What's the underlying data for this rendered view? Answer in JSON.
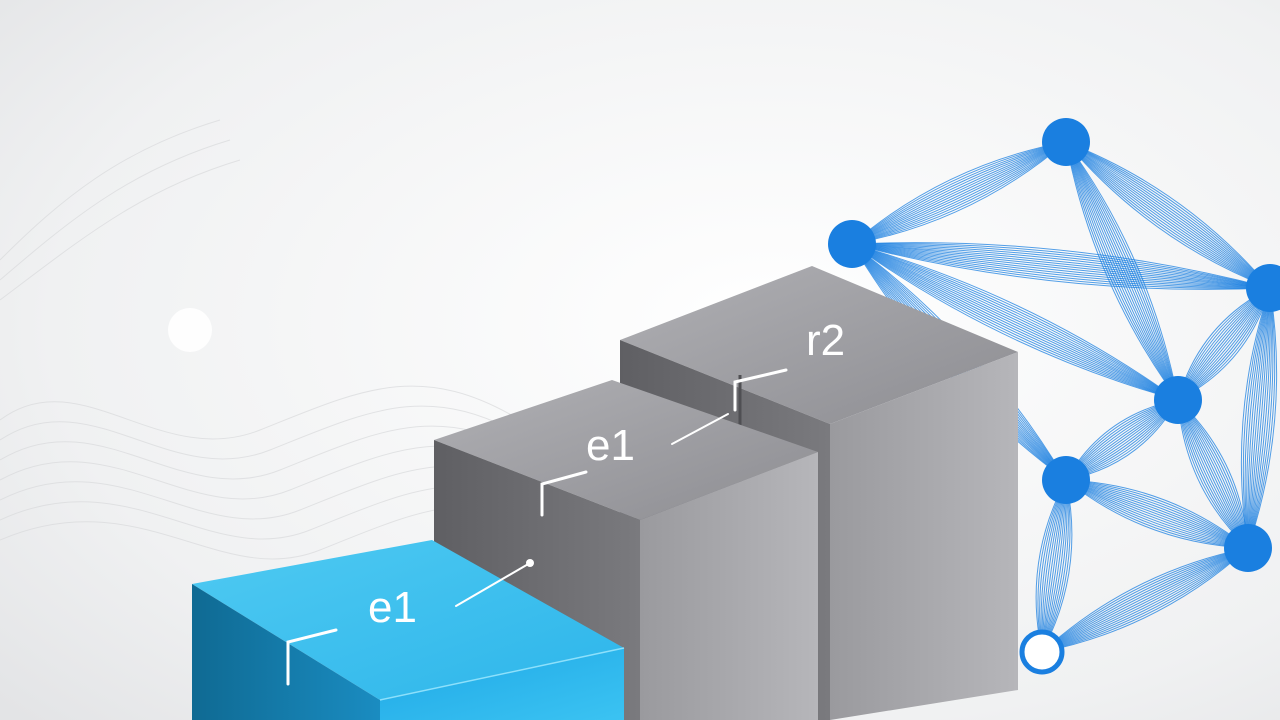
{
  "scene": {
    "labels": {
      "blue_block": "e1",
      "middle_block": "e1",
      "tall_block": "r2"
    },
    "colors": {
      "background": "#f4f5f6",
      "network_blue": "#1a7fe0",
      "blue_block_top": "#3cc0ef",
      "blue_block_front": "#18a6e4",
      "blue_block_side": "#0e6f99",
      "gray_top": "#a8a8ac",
      "gray_front": "#8f8f93",
      "gray_side": "#6e6e72",
      "annotation_line": "#ffffff"
    },
    "network": {
      "nodes_solid": 6,
      "nodes_hollow": 1
    }
  }
}
